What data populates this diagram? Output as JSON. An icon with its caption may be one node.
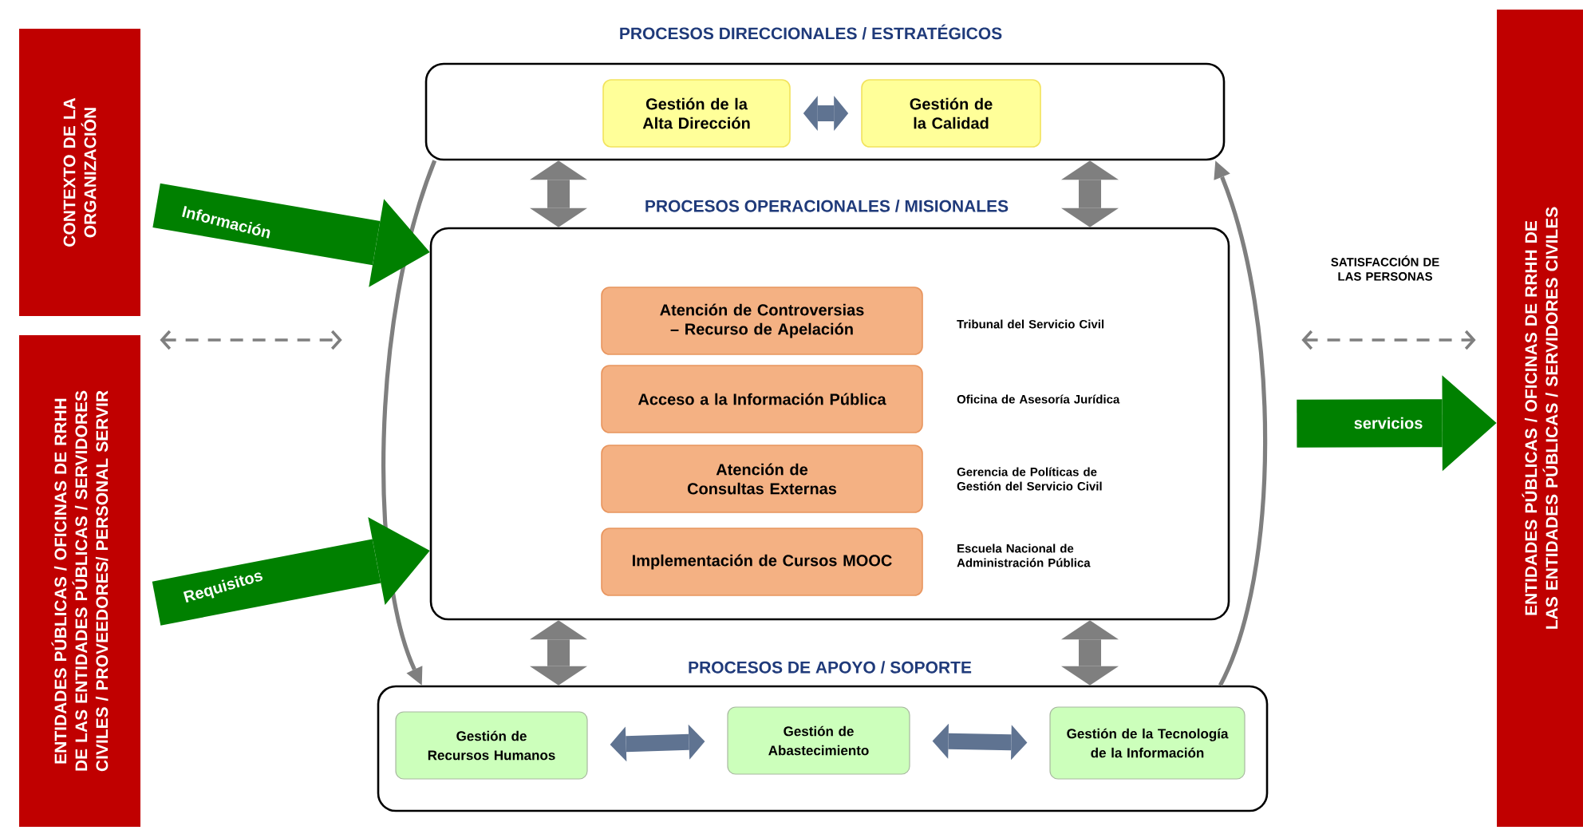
{
  "diagram": {
    "nodes": [
      {
        "text": [
          "CONTEXTO DE LA ORGANIZACIÓN"
        ]
      },
      {
        "text": [
          "ENTIDADES  PÚBLICAS / OFICINAS DE RRHH DE LAS ENTIDADES PÚBLICAS / SERVIDORES CIVILES / PROVEEDORES/ PERSONAL SERVIR"
        ]
      },
      {
        "text": [
          "PROCESOS DIRECCIONALES / ESTRATÉGICOS"
        ]
      },
      {
        "text": [
          "Gestión de la Alta Dirección"
        ],
        "in": 2
      },
      {
        "text": [
          "Gestión de la Calidad"
        ],
        "in": 2
      },
      {
        "text": [
          "PROCESOS OPERACIONALES / MISIONALES"
        ]
      },
      {
        "text": [
          "Atención de Controversias – Recurso de Apelación"
        ],
        "in": 5,
        "beside": [
          "Tribunal del Servicio Civil"
        ]
      },
      {
        "text": [
          "Acceso a la Información Pública"
        ],
        "in": 5,
        "beside": [
          "Oficina de Asesoría Jurídica"
        ]
      },
      {
        "text": [
          "Atención de Consultas Externas"
        ],
        "in": 5,
        "beside": [
          "Gerencia de Políticas de Gestión del Servicio Civil"
        ]
      },
      {
        "text": [
          "Implementación de Cursos MOOC"
        ],
        "in": 5,
        "beside": [
          "Escuela Nacional de Administración Pública"
        ]
      },
      {
        "text": [
          "PROCESOS DE APOYO / SOPORTE"
        ]
      },
      {
        "text": [
          "Gestión de Recursos Humanos"
        ],
        "in": 10
      },
      {
        "text": [
          "Gestión de Abastecimiento"
        ],
        "in": 10
      },
      {
        "text": [
          "Gestión de la Tecnología de la Información"
        ],
        "in": 10
      },
      {
        "text": [
          "ENTIDADES  PÚBLICAS / OFICINAS DE RRHH DE LAS ENTIDADES PÚBLICAS / SERVIDORES CIVILES"
        ]
      }
    ],
    "edges": [
      {
        "from": 0,
        "to": 5,
        "arrow": "to",
        "label": "Información",
        "style": "thick",
        "color": "#008000"
      },
      {
        "from": 1,
        "to": 5,
        "arrow": "both",
        "style": "dashed"
      },
      {
        "from": 1,
        "to": 5,
        "arrow": "to",
        "label": "Requisitos",
        "style": "thick",
        "color": "#008000"
      },
      {
        "from": 5,
        "to": 14,
        "arrow": "both",
        "label": "SATISFACCIÓN DE LAS PERSONAS",
        "style": "dashed"
      },
      {
        "from": 5,
        "to": 14,
        "arrow": "to",
        "label": "servicios",
        "style": "thick",
        "color": "#008000"
      },
      {
        "from": 3,
        "to": 4,
        "arrow": "both",
        "color": "#5f7391"
      },
      {
        "from": 2,
        "to": 5,
        "arrow": "both"
      },
      {
        "from": 2,
        "to": 5,
        "arrow": "both"
      },
      {
        "from": 5,
        "to": 10,
        "arrow": "both"
      },
      {
        "from": 5,
        "to": 10,
        "arrow": "both"
      },
      {
        "from": 2,
        "to": 10,
        "arrow": "to"
      },
      {
        "from": 10,
        "to": 2,
        "arrow": "to"
      },
      {
        "from": 11,
        "to": 12,
        "arrow": "both",
        "color": "#5f7391"
      },
      {
        "from": 12,
        "to": 13,
        "arrow": "both",
        "color": "#5f7391"
      }
    ]
  }
}
